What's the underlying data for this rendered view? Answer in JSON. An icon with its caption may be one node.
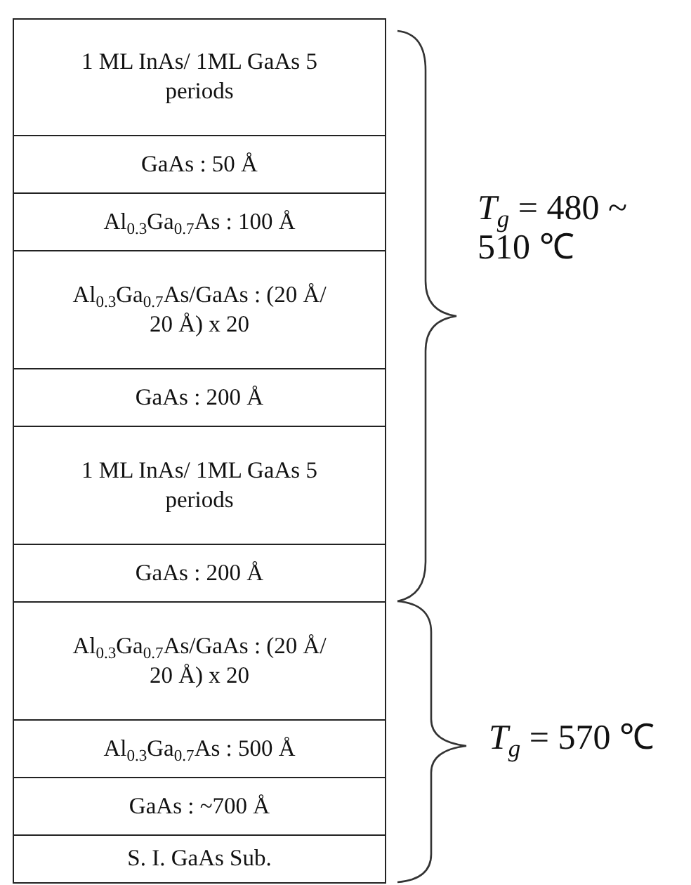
{
  "diagram": {
    "nodes": [
      {
        "text": [
          "1 ML InAs/ 1ML GaAs 5 periods"
        ]
      },
      {
        "text": [
          "GaAs : 50 Å"
        ]
      },
      {
        "text": [
          "Al$_{0.3}$Ga$_{0.7}$As : 100 Å"
        ]
      },
      {
        "text": [
          "Al$_{0.3}$Ga$_{0.7}$As/GaAs : (20 Å/ 20 Å) x 20"
        ]
      },
      {
        "text": [
          "GaAs : 200 Å"
        ]
      },
      {
        "text": [
          "1 ML InAs/ 1ML GaAs 5 periods"
        ]
      },
      {
        "text": [
          "GaAs : 200 Å"
        ]
      },
      {
        "text": [
          "Al$_{0.3}$Ga$_{0.7}$As/GaAs : (20 Å/ 20 Å) x 20"
        ]
      },
      {
        "text": [
          "Al$_{0.3}$Ga$_{0.7}$As : 500 Å"
        ]
      },
      {
        "text": [
          "GaAs : ~700 Å"
        ]
      },
      {
        "text": [
          "S. I. GaAs Sub."
        ]
      }
    ],
    "labels": [
      "*T*$_{g}$ = 480 ~ 510 ℃",
      "*T*$_{g}$ = 570 ℃"
    ]
  }
}
